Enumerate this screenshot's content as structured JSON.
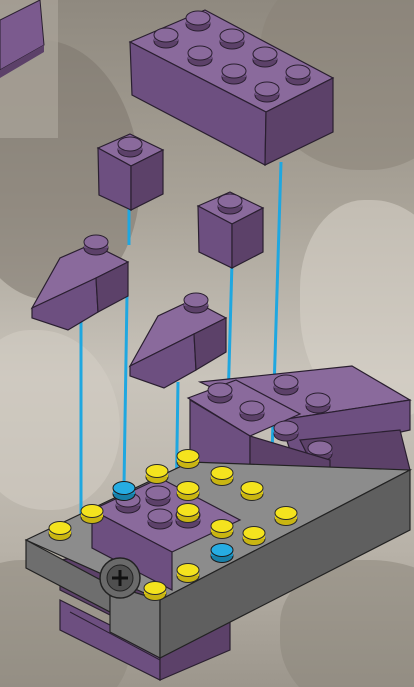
{
  "scene": {
    "type": "lego-instruction-step",
    "brick_color": "#7b5a8e",
    "brick_color_dark": "#5c4169",
    "brick_color_light": "#9a79ac",
    "plate_gray": "#7d7d7d",
    "stud_yellow": "#f2e11c",
    "stud_cyan": "#22a8de",
    "guide_line_color": "#1fa7e0",
    "background": "#b8b2a8"
  },
  "parts": [
    {
      "name": "brick-2x4",
      "color": "purple"
    },
    {
      "name": "brick-1x1-left",
      "color": "purple"
    },
    {
      "name": "brick-1x1-right",
      "color": "purple"
    },
    {
      "name": "slope-1x2-left",
      "color": "purple"
    },
    {
      "name": "slope-1x2-right",
      "color": "purple"
    }
  ],
  "inset": {
    "name": "previous-step-thumbnail"
  }
}
